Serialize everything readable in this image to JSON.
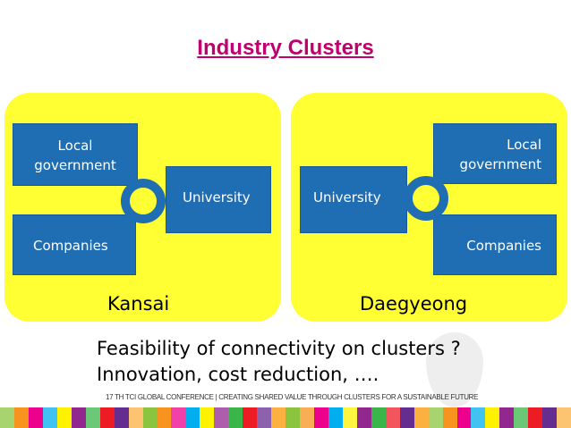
{
  "title": "Industry Clusters",
  "kansai": {
    "label": "Kansai",
    "local_government": "Local government",
    "university": "University",
    "companies": "Companies"
  },
  "daegyeong": {
    "label": "Daegyeong",
    "local_government": "Local government",
    "university": "University",
    "companies": "Companies"
  },
  "questions": {
    "line1": "Feasibility of connectivity on clusters ?",
    "line2": "Innovation, cost reduction, …."
  },
  "footer": "17 TH TCI GLOBAL CONFERENCE | CREATING SHARED VALUE THROUGH CLUSTERS FOR A SUSTAINABLE FUTURE",
  "colors": {
    "title": "#c0006e",
    "panel": "#ffff33",
    "box": "#1f6eb3",
    "stripes": [
      "#8bc53f",
      "#f7931e",
      "#ec008c",
      "#00aeef",
      "#fff200",
      "#92278f",
      "#39b54a",
      "#ed1c24",
      "#662d91",
      "#fbb040"
    ]
  }
}
